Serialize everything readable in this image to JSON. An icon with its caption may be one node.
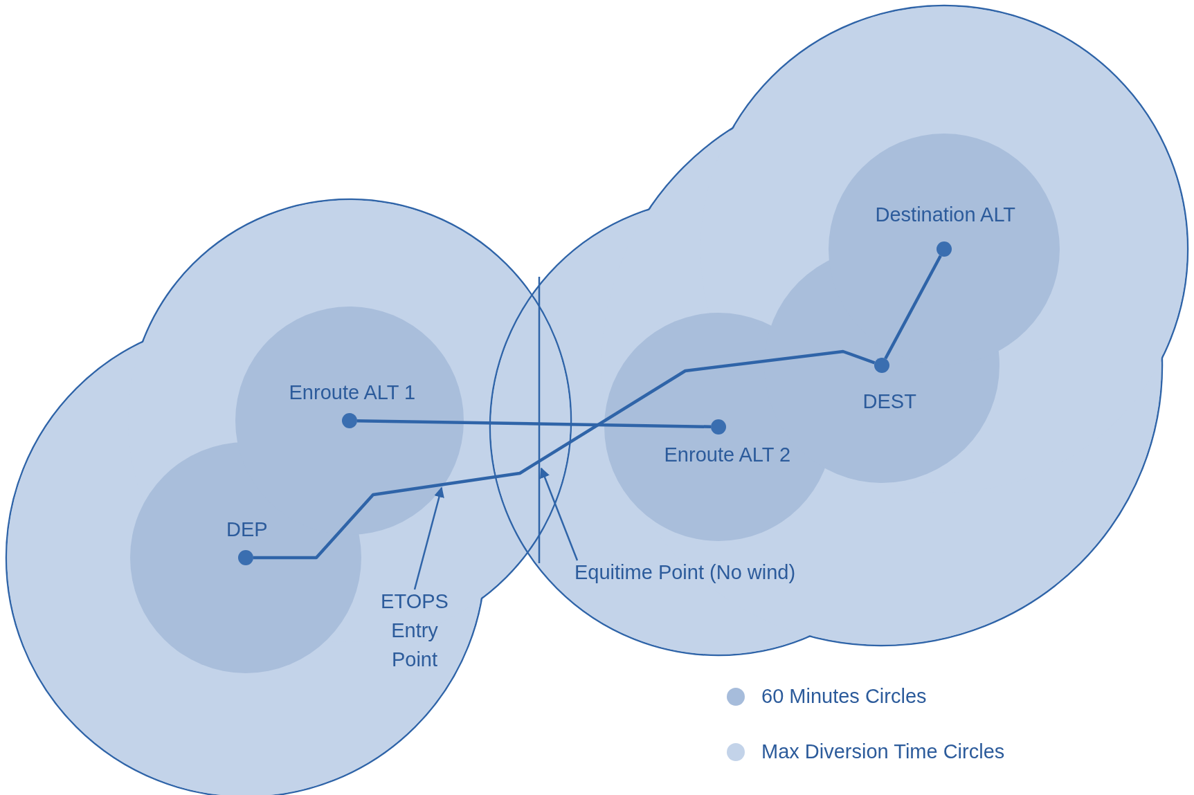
{
  "diagram": {
    "nodes": [
      {
        "text": [],
        "shape": "circle",
        "beside": [
          "Destination ALT"
        ]
      },
      {
        "text": [],
        "shape": "circle",
        "beside": [
          "DEST"
        ]
      },
      {
        "text": [],
        "shape": "circle",
        "beside": [
          "Enroute ALT 1"
        ]
      },
      {
        "text": [],
        "shape": "circle",
        "beside": [
          "Enroute ALT 2"
        ]
      },
      {
        "text": [],
        "shape": "circle",
        "beside": [
          "DEP"
        ]
      },
      {
        "text": [
          "Equitime Point (No wind)"
        ]
      },
      {
        "text": [
          "ETOPS Entry Point"
        ]
      }
    ],
    "edges": [
      {
        "from": 4,
        "to": 1,
        "arrow": "none"
      },
      {
        "from": 2,
        "to": 3,
        "arrow": "none"
      },
      {
        "from": 1,
        "to": 0,
        "arrow": "none"
      },
      {
        "from": 6,
        "to": null,
        "arrow": "to"
      },
      {
        "from": 5,
        "to": null,
        "arrow": "to"
      }
    ],
    "legend": [
      {
        "text": "60 Minutes Circles",
        "color": "#a6bcdb"
      },
      {
        "text": "Max Diversion Time Circles",
        "color": "#c3d3e9"
      }
    ]
  }
}
